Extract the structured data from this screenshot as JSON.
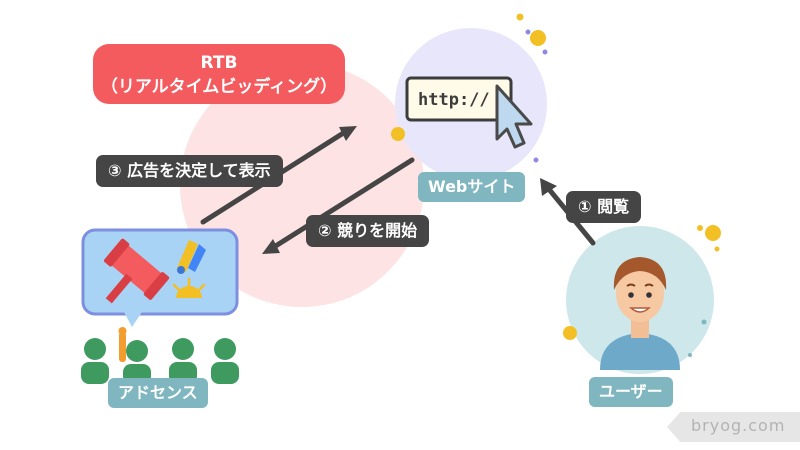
{
  "diagram": {
    "rtb_title": "RTB",
    "rtb_subtitle": "（リアルタイムビッディング）",
    "browser_url": "http://",
    "steps": {
      "step1": "① 閲覧",
      "step2": "② 競りを開始",
      "step3": "③ 広告を決定して表示"
    },
    "nodes": {
      "website": "Webサイト",
      "user": "ユーザー",
      "adsense": "アドセンス"
    },
    "watermark": "bryog.com"
  },
  "colors": {
    "rtb_red": "#f35b5f",
    "pink_circle": "#fde3e3",
    "lavender_circle": "#e7e6fa",
    "teal_circle": "#cde7ea",
    "bubble_blue": "#a9d3f5",
    "label_dark": "#454545",
    "label_teal": "#7fb6bf",
    "accent_yellow": "#f2c025",
    "people_green": "#3f9a5f"
  }
}
